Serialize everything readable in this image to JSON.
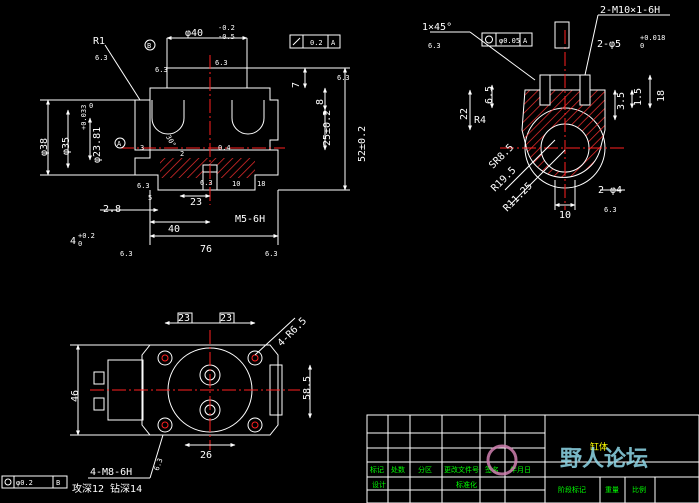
{
  "colors": {
    "background": "#000000",
    "outline": "#ffffff",
    "center_line": "#ff2020",
    "hatch": "#ff3030",
    "title_text": "#00ff00",
    "material_text": "#ffff00",
    "watermark": "#8fd8e8"
  },
  "front_view": {
    "labels": {
      "r1": "R1",
      "r1_rough": "6.3",
      "datum_b": "B",
      "d40": "φ40",
      "d40_tol_up": "-0.2",
      "d40_tol_dn": "-0.5",
      "flat_tol": "0.2",
      "flat_ref": "A",
      "rough_top": "6.3",
      "rough_left": "6.3",
      "rough_right": "6.3",
      "dim_7": "7",
      "dim_8": "8",
      "dim_25": "25±0.2",
      "dim_52": "52±0.2",
      "d38": "φ38",
      "d35": "φ35",
      "d23": "φ23.81",
      "d23_tol_up": "+0.033",
      "d23_tol_dn": "0",
      "datum_a": "A",
      "dim_3": "3",
      "dim_30": "30°",
      "dim_04": "0.4",
      "dim_2": "2",
      "dim_10": "10",
      "dim_18": "18",
      "dim_23": "23",
      "dim_5": "5",
      "dim_28": "2.8",
      "dim_4": "4",
      "dim_4_tol": "+0.2",
      "dim_4_tol_dn": "0",
      "m5": "M5-6H",
      "dim_40": "40",
      "dim_76": "76",
      "rough_bottom": "6.3",
      "rough_bottom_right": "6.3",
      "rough_mid": "6.3",
      "rough_mid2": "6.3"
    }
  },
  "side_view": {
    "labels": {
      "chamfer": "1×45°",
      "chamfer_rough": "6.3",
      "thread": "2-M10×1-6H",
      "pos_tol": "φ0.05",
      "pos_ref": "A",
      "d5": "2-φ5",
      "d5_tol_up": "+0.018",
      "d5_tol_dn": "0",
      "dim_65": "6.5",
      "dim_22": "22",
      "r4": "R4",
      "sr85": "SR8.5",
      "r195": "R19.5",
      "r1125": "R11.25",
      "dim_35": "3.5",
      "dim_15": "1.5",
      "dim_18": "18",
      "phi4": "2-φ4",
      "phi4_rough": "6.3",
      "dim_10": "10"
    }
  },
  "top_view": {
    "labels": {
      "dim_23a": "23",
      "dim_23b": "23",
      "r65": "4-R6.5",
      "dim_46": "46",
      "dim_585": "58.5",
      "dim_26": "26",
      "m8": "4-M8-6H",
      "depth": "攻深12 钻深14",
      "rough": "6.3",
      "pos_tol": "φ0.2",
      "pos_ref": "B"
    }
  },
  "title_block": {
    "part_name": "缸体",
    "row_labels": [
      "标记",
      "处数",
      "分区",
      "更改文件号",
      "签名",
      "年月日"
    ],
    "row2_labels": [
      "设计",
      "",
      "",
      "标准化"
    ],
    "stage_labels": [
      "阶段标记",
      "重量",
      "比例"
    ]
  },
  "watermark": {
    "text": "野人论坛"
  }
}
